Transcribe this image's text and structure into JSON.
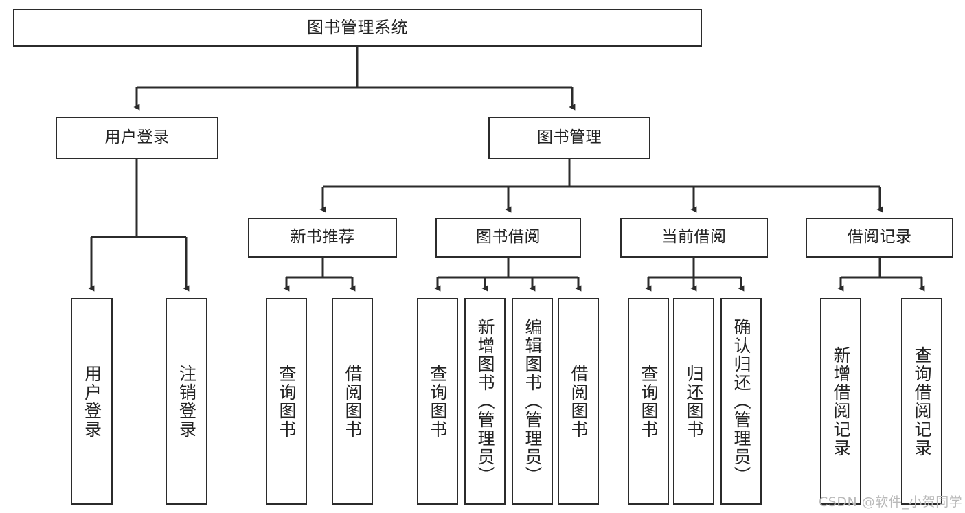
{
  "diagram": {
    "title": "图书管理系统",
    "watermark": "CSDN @软件_小贺同学",
    "colors": {
      "stroke": "#2b2b2b",
      "text": "#232323",
      "background": "#ffffff",
      "watermark": "#b9b9b9"
    },
    "levels": {
      "root": {
        "label": "图书管理系统"
      },
      "level2": [
        {
          "label": "用户登录"
        },
        {
          "label": "图书管理"
        }
      ],
      "level3": [
        {
          "label": "新书推荐"
        },
        {
          "label": "图书借阅"
        },
        {
          "label": "当前借阅"
        },
        {
          "label": "借阅记录"
        }
      ],
      "leaves": {
        "user_login": [
          {
            "label": "用户登录"
          },
          {
            "label": "注销登录"
          }
        ],
        "new_book_recommend": [
          {
            "label": "查询图书"
          },
          {
            "label": "借阅图书"
          }
        ],
        "book_borrow": [
          {
            "label": "查询图书"
          },
          {
            "label": "新增图书（管理员）"
          },
          {
            "label": "编辑图书（管理员）"
          },
          {
            "label": "借阅图书"
          }
        ],
        "current_borrow": [
          {
            "label": "查询图书"
          },
          {
            "label": "归还图书"
          },
          {
            "label": "确认归还（管理员）"
          }
        ],
        "borrow_record": [
          {
            "label": "新增借阅记录"
          },
          {
            "label": "查询借阅记录"
          }
        ]
      }
    }
  }
}
